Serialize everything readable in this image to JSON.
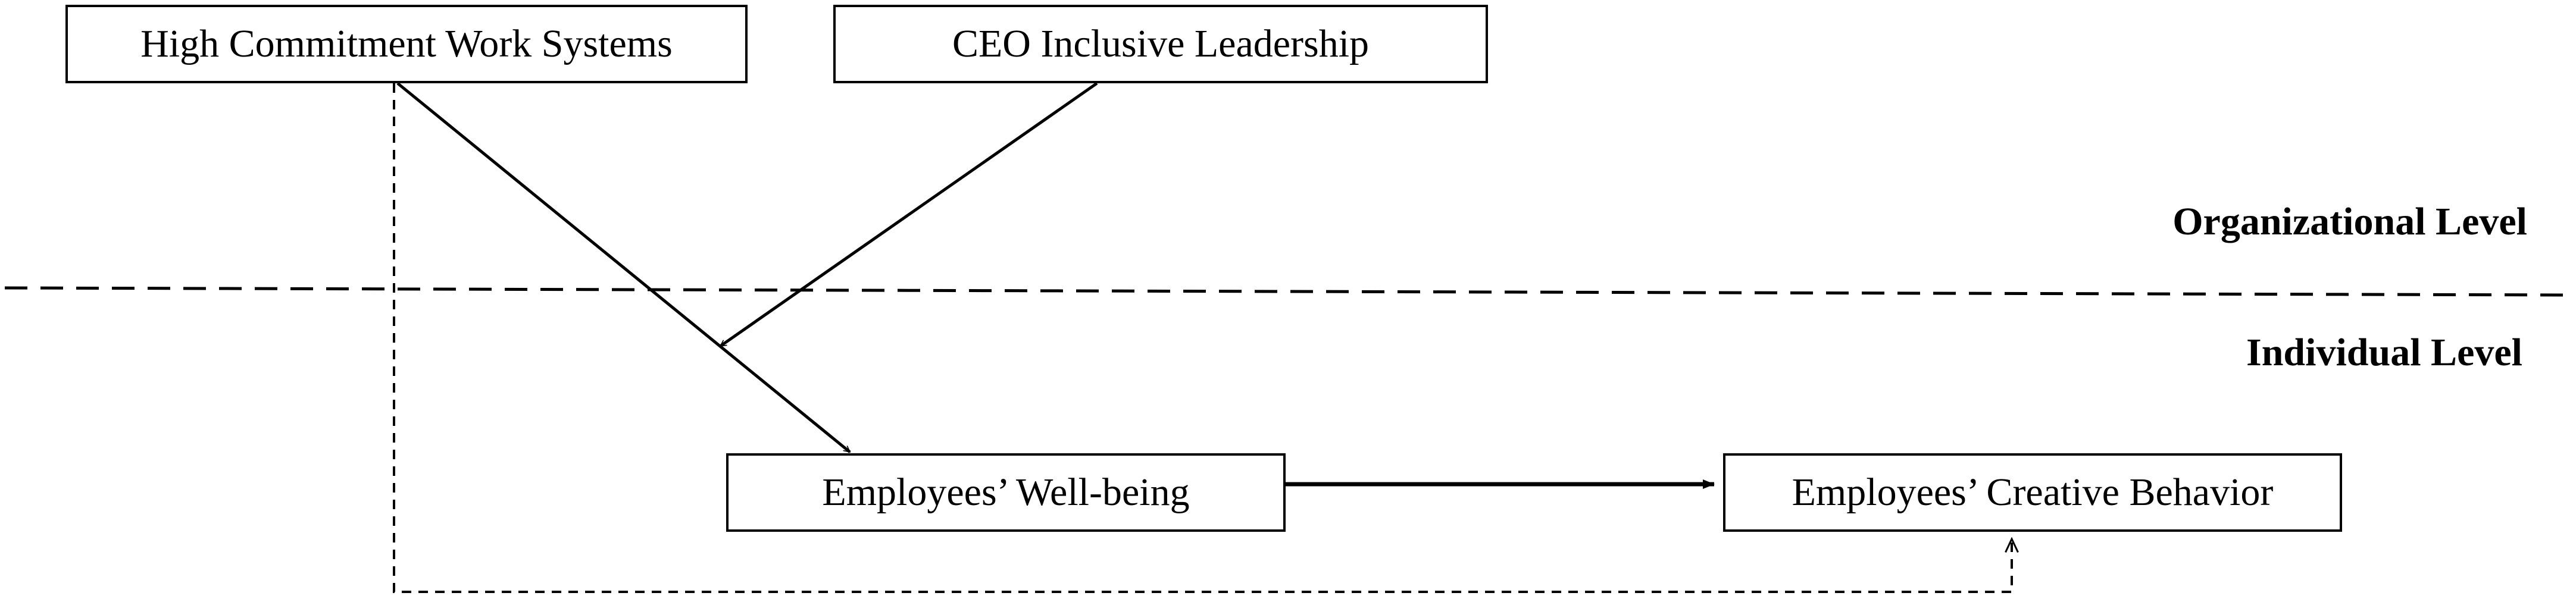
{
  "diagram": {
    "nodes": {
      "hcws": "High Commitment Work Systems",
      "ceo": "CEO Inclusive Leadership",
      "wellbeing": "Employees’ Well-being",
      "creative": "Employees’ Creative Behavior"
    },
    "levels": {
      "organizational": "Organizational Level",
      "individual": "Individual Level"
    },
    "edges": [
      {
        "from": "hcws",
        "to": "wellbeing",
        "style": "solid"
      },
      {
        "from": "ceo",
        "to": "hcws-wellbeing-path",
        "style": "solid"
      },
      {
        "from": "wellbeing",
        "to": "creative",
        "style": "solid"
      },
      {
        "from": "hcws",
        "to": "creative",
        "style": "dashed"
      }
    ],
    "colors": {
      "stroke": "#000000",
      "background": "#ffffff"
    }
  }
}
